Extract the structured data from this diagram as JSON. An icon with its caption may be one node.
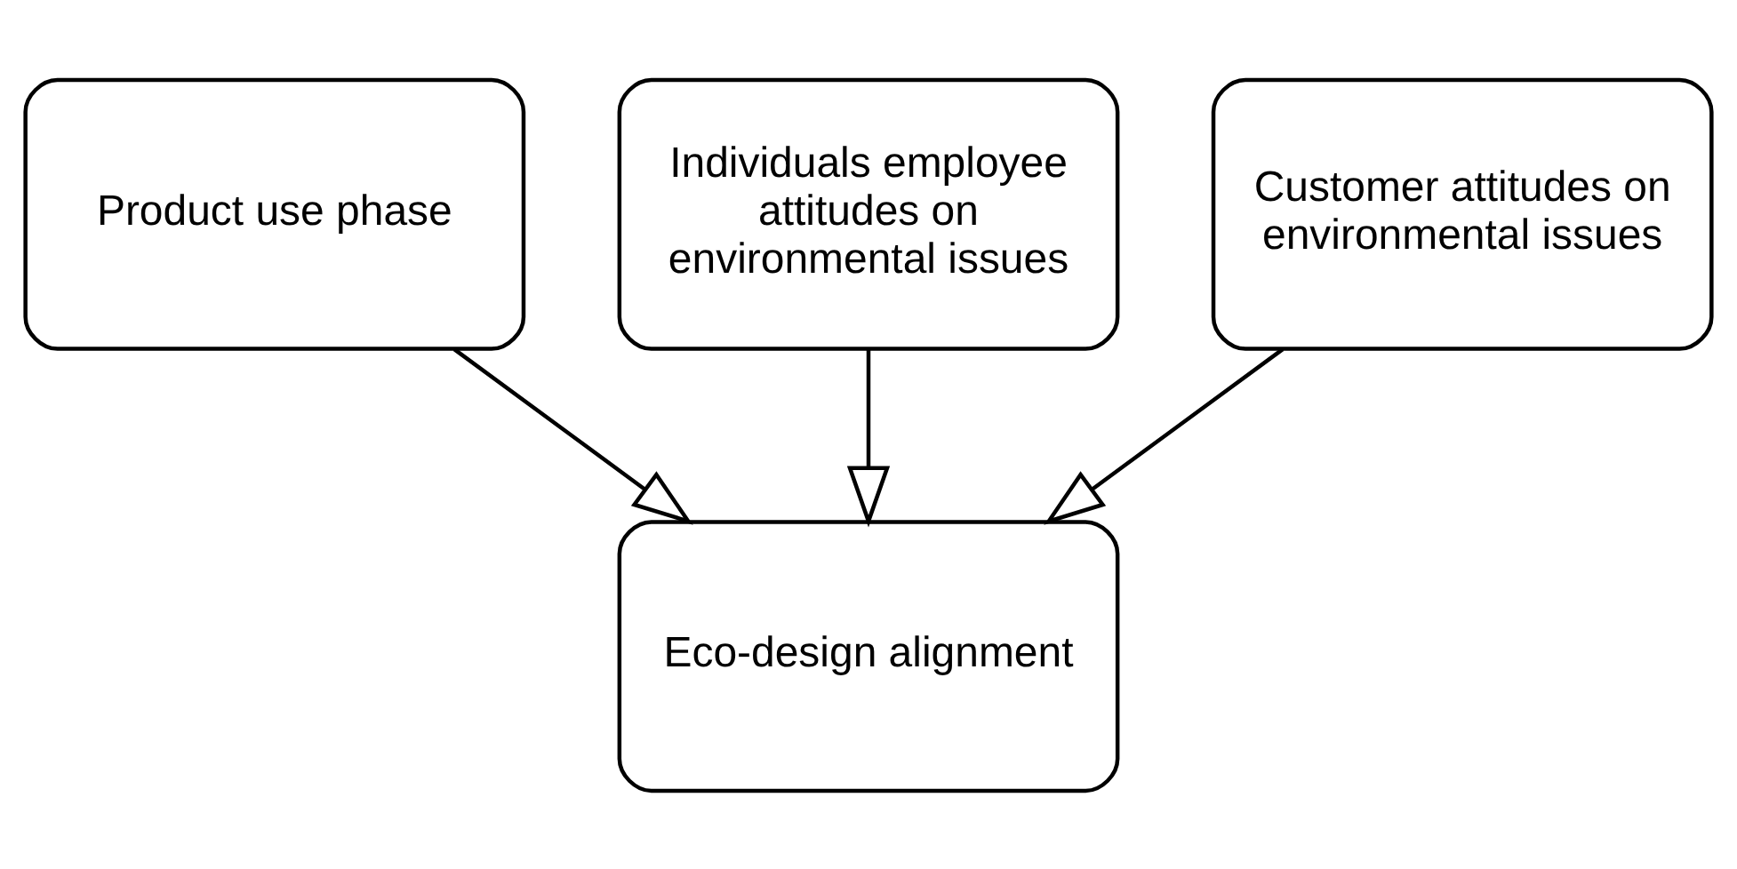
{
  "diagram": {
    "nodes": [
      {
        "text": [
          "Product use phase"
        ]
      },
      {
        "text": [
          "Individuals employee attitudes on environmental issues"
        ]
      },
      {
        "text": [
          "Customer attitudes on environmental issues"
        ]
      },
      {
        "text": [
          "Eco-design alignment"
        ]
      }
    ],
    "edges": [
      {
        "from": 0,
        "to": 3,
        "arrow": "to"
      },
      {
        "from": 1,
        "to": 3,
        "arrow": "to"
      },
      {
        "from": 2,
        "to": 3,
        "arrow": "to"
      }
    ]
  }
}
